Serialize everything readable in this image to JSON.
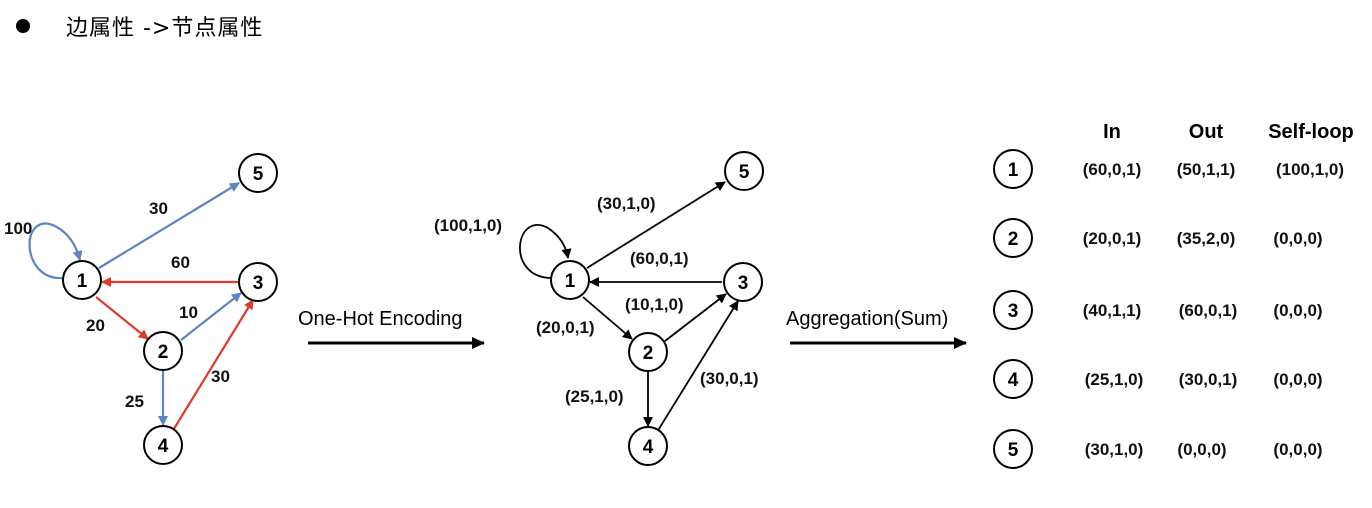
{
  "title": {
    "text": "边属性 ->节点属性"
  },
  "colors": {
    "blue": "#5b84c4",
    "red": "#e0392d",
    "black": "#000000"
  },
  "graph1": {
    "nodes": [
      "1",
      "2",
      "3",
      "4",
      "5"
    ],
    "edge_labels": {
      "self_1": "100",
      "e_1_5": "30",
      "e_3_1": "60",
      "e_2_3": "10",
      "e_1_2": "20",
      "e_2_4": "25",
      "e_4_3": "30"
    }
  },
  "step1": {
    "label": "One-Hot Encoding"
  },
  "graph2": {
    "nodes": [
      "1",
      "2",
      "3",
      "4",
      "5"
    ],
    "edge_labels": {
      "self_1": "(100,1,0)",
      "e_1_5": "(30,1,0)",
      "e_3_1": "(60,0,1)",
      "e_2_3": "(10,1,0)",
      "e_1_2": "(20,0,1)",
      "e_2_4": "(25,1,0)",
      "e_4_3": "(30,0,1)"
    }
  },
  "step2": {
    "label": "Aggregation(Sum)"
  },
  "table": {
    "headers": [
      "In",
      "Out",
      "Self-loop"
    ],
    "rows": [
      {
        "node": "1",
        "in": "(60,0,1)",
        "out": "(50,1,1)",
        "self": "(100,1,0)"
      },
      {
        "node": "2",
        "in": "(20,0,1)",
        "out": "(35,2,0)",
        "self": "(0,0,0)"
      },
      {
        "node": "3",
        "in": "(40,1,1)",
        "out": "(60,0,1)",
        "self": "(0,0,0)"
      },
      {
        "node": "4",
        "in": "(25,1,0)",
        "out": "(30,0,1)",
        "self": "(0,0,0)"
      },
      {
        "node": "5",
        "in": "(30,1,0)",
        "out": "(0,0,0)",
        "self": "(0,0,0)"
      }
    ]
  }
}
